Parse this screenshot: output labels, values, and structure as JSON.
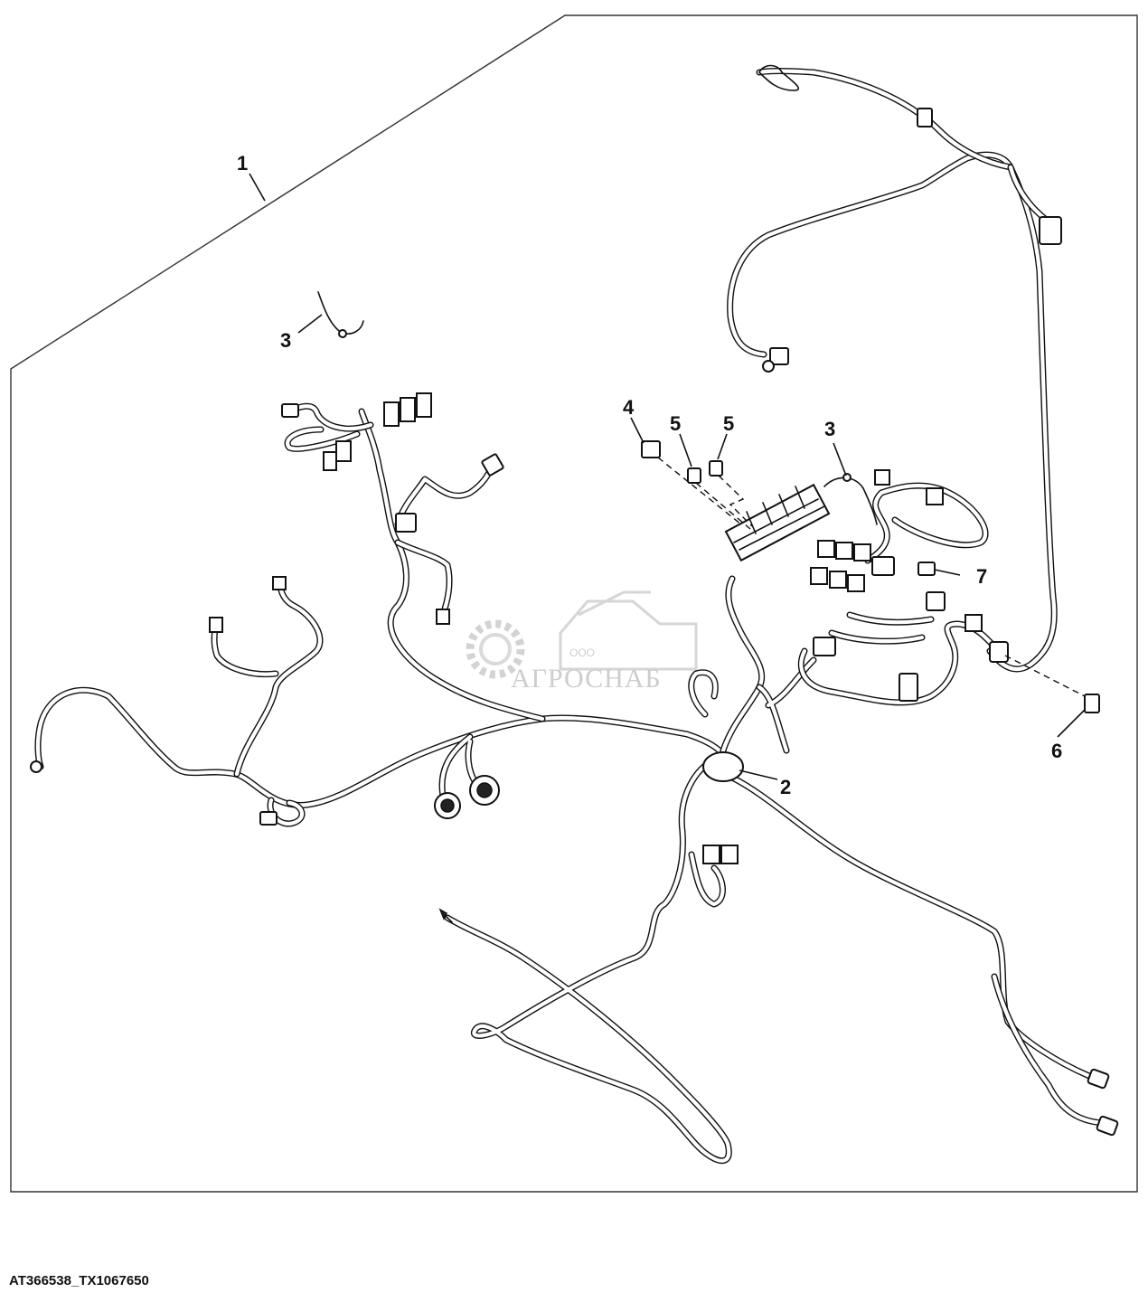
{
  "figure_id": "AT366538_TX1067650",
  "watermark": {
    "small": "ООО",
    "name": "АГРОСНАБ"
  },
  "callouts": [
    {
      "id": "c1",
      "label": "1"
    },
    {
      "id": "c2",
      "label": "2"
    },
    {
      "id": "c3a",
      "label": "3"
    },
    {
      "id": "c3b",
      "label": "3"
    },
    {
      "id": "c4",
      "label": "4"
    },
    {
      "id": "c5a",
      "label": "5"
    },
    {
      "id": "c5b",
      "label": "5"
    },
    {
      "id": "c6",
      "label": "6"
    },
    {
      "id": "c7",
      "label": "7"
    }
  ]
}
